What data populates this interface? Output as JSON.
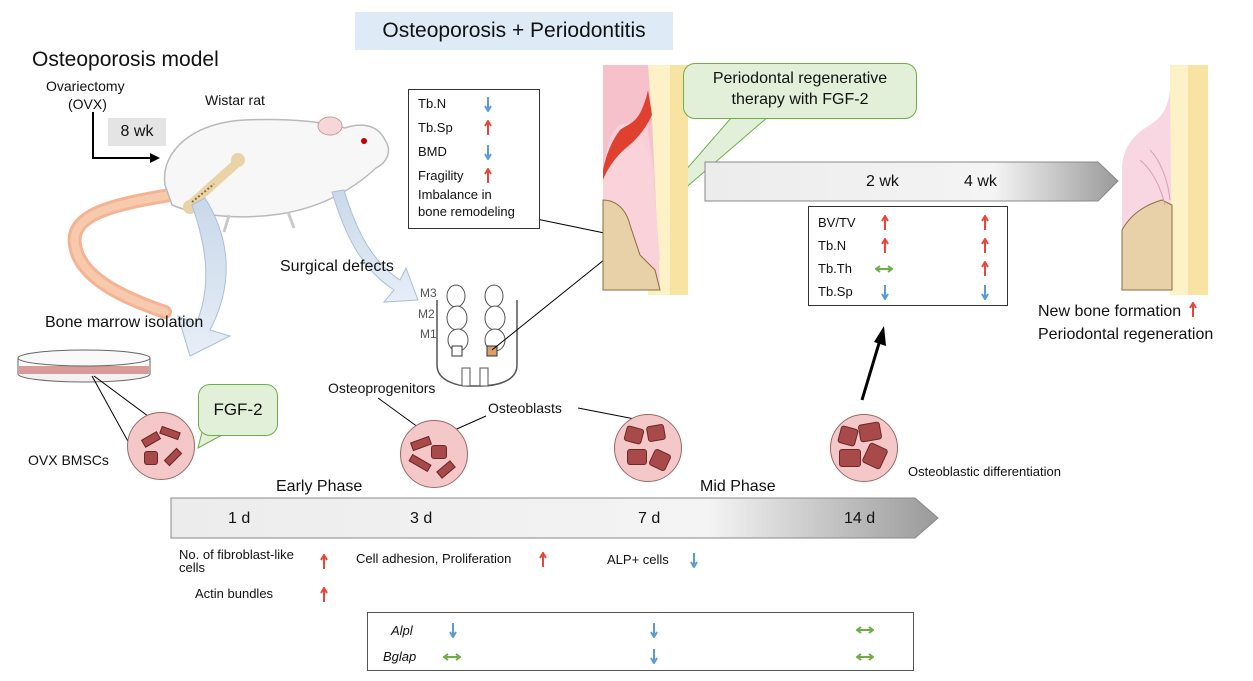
{
  "title": "Osteoporosis + Periodontitis",
  "model": {
    "heading": "Osteoporosis model",
    "ovx_line1": "Ovariectomy",
    "ovx_line2": "(OVX)",
    "duration": "8 wk",
    "animal": "Wistar rat"
  },
  "labels": {
    "bone_marrow": "Bone marrow isolation",
    "surgical": "Surgical defects",
    "molars": [
      "M3",
      "M2",
      "M1"
    ],
    "ovx_bmscs": "OVX BMSCs",
    "fgf2": "FGF-2",
    "osteoprogenitors": "Osteoprogenitors",
    "osteoblasts": "Osteoblasts",
    "osteoblastic_diff": "Osteoblastic differentiation",
    "new_bone": "New bone formation",
    "perio_regen": "Periodontal regeneration"
  },
  "osteo_box": {
    "rows": [
      {
        "label": "Tb.N",
        "dir": "down"
      },
      {
        "label": "Tb.Sp",
        "dir": "up"
      },
      {
        "label": "BMD",
        "dir": "down"
      },
      {
        "label": "Fragility",
        "dir": "up"
      }
    ],
    "note_line1": "Imbalance in",
    "note_line2": "bone remodeling"
  },
  "therapy": {
    "line1": "Periodontal regenerative",
    "line2": "therapy with FGF-2"
  },
  "in_vivo": {
    "timepoints": [
      "2 wk",
      "4 wk"
    ],
    "rows": [
      {
        "label": "BV/TV",
        "dirs": [
          "up",
          "up"
        ]
      },
      {
        "label": "Tb.N",
        "dirs": [
          "up",
          "up"
        ]
      },
      {
        "label": "Tb.Th",
        "dirs": [
          "same",
          "up"
        ]
      },
      {
        "label": "Tb.Sp",
        "dirs": [
          "down",
          "down"
        ]
      }
    ]
  },
  "in_vitro": {
    "phases": [
      "Early Phase",
      "Mid Phase"
    ],
    "timepoints": [
      "1 d",
      "3 d",
      "7 d",
      "14 d"
    ],
    "findings": [
      {
        "text_line1": "No. of fibroblast-like",
        "text_line2": "cells",
        "dir": "up"
      },
      {
        "text": "Actin bundles",
        "dir": "up"
      },
      {
        "text": "Cell adhesion, Proliferation",
        "dir": "up"
      },
      {
        "text": "ALP+ cells",
        "dir": "down"
      }
    ],
    "genes": [
      {
        "name": "Alpl",
        "dirs": [
          "down",
          "down",
          "same"
        ]
      },
      {
        "name": "Bglap",
        "dirs": [
          "same",
          "down",
          "same"
        ]
      }
    ]
  },
  "colors": {
    "up": "#e8463a",
    "down": "#5b9bd5",
    "same": "#70ad47",
    "title_bg": "#deebf7",
    "callout_bg": "#e2f0d9"
  }
}
